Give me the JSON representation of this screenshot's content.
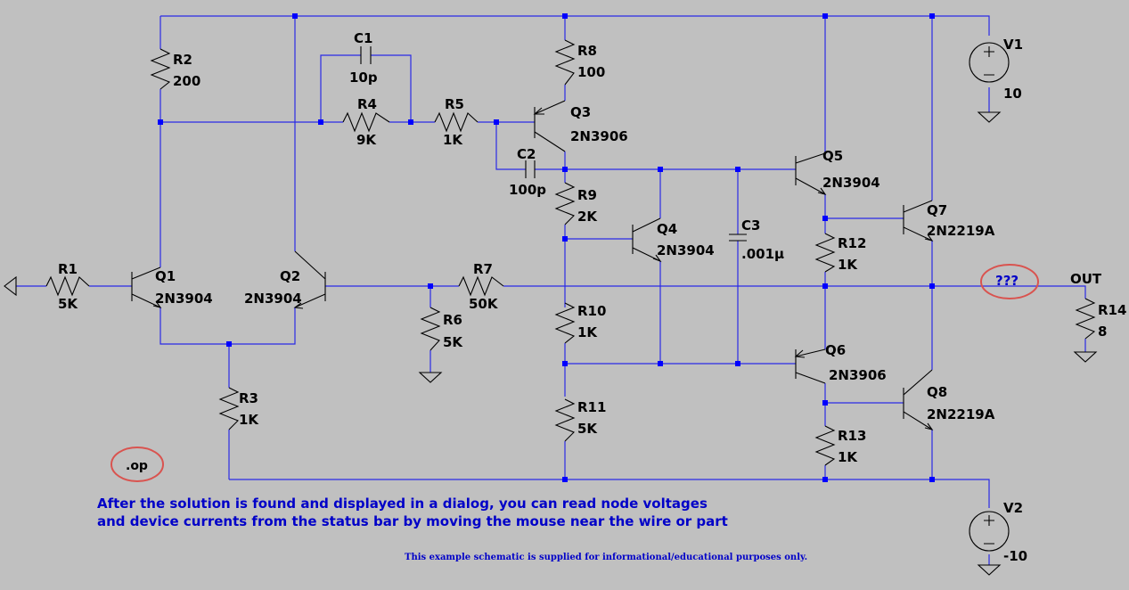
{
  "components": {
    "R1": {
      "name": "R1",
      "value": "5K"
    },
    "R2": {
      "name": "R2",
      "value": "200"
    },
    "R3": {
      "name": "R3",
      "value": "1K"
    },
    "R4": {
      "name": "R4",
      "value": "9K"
    },
    "R5": {
      "name": "R5",
      "value": "1K"
    },
    "R6": {
      "name": "R6",
      "value": "5K"
    },
    "R7": {
      "name": "R7",
      "value": "50K"
    },
    "R8": {
      "name": "R8",
      "value": "100"
    },
    "R9": {
      "name": "R9",
      "value": "2K"
    },
    "R10": {
      "name": "R10",
      "value": "1K"
    },
    "R11": {
      "name": "R11",
      "value": "5K"
    },
    "R12": {
      "name": "R12",
      "value": "1K"
    },
    "R13": {
      "name": "R13",
      "value": "1K"
    },
    "R14": {
      "name": "R14",
      "value": "8"
    },
    "C1": {
      "name": "C1",
      "value": "10p"
    },
    "C2": {
      "name": "C2",
      "value": "100p"
    },
    "C3": {
      "name": "C3",
      "value": ".001µ"
    },
    "Q1": {
      "name": "Q1",
      "value": "2N3904"
    },
    "Q2": {
      "name": "Q2",
      "value": "2N3904"
    },
    "Q3": {
      "name": "Q3",
      "value": "2N3906"
    },
    "Q4": {
      "name": "Q4",
      "value": "2N3904"
    },
    "Q5": {
      "name": "Q5",
      "value": "2N3904"
    },
    "Q6": {
      "name": "Q6",
      "value": "2N3906"
    },
    "Q7": {
      "name": "Q7",
      "value": "2N2219A"
    },
    "Q8": {
      "name": "Q8",
      "value": "2N2219A"
    },
    "V1": {
      "name": "V1",
      "value": "10"
    },
    "V2": {
      "name": "V2",
      "value": "-10"
    }
  },
  "net_labels": {
    "out": "OUT",
    "unknown": "???"
  },
  "directive": ".op",
  "instructions": {
    "line1": "After the solution is found and displayed in a dialog, you can read node voltages",
    "line2": "and device currents from the status bar by moving the mouse near the wire or part"
  },
  "disclaimer": "This example schematic is supplied for informational/educational purposes only.",
  "colors": {
    "background": "#c0c0c0",
    "wire": "#2a2ae6",
    "node_dot": "#0000ff",
    "highlight_ring": "#d9534f",
    "note_text": "#0000c8"
  }
}
